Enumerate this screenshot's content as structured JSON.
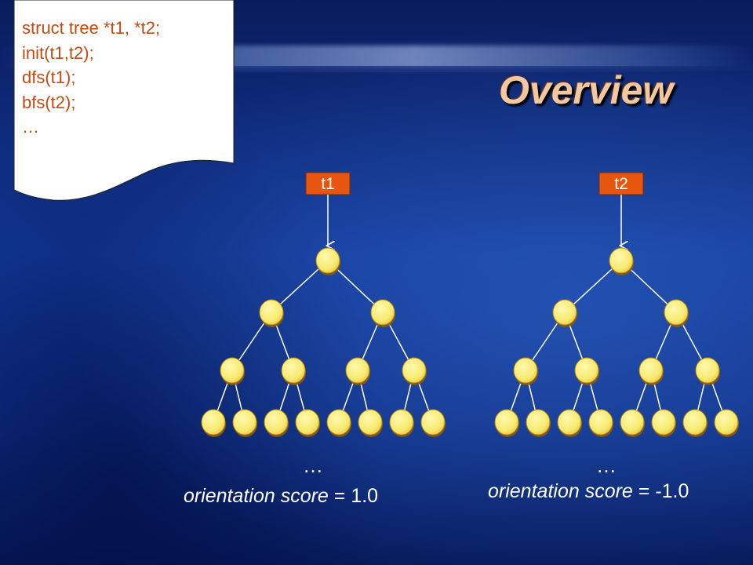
{
  "slide": {
    "title": "Overview"
  },
  "code": {
    "lines": [
      "struct tree *t1, *t2;",
      "init(t1,t2);",
      "dfs(t1);",
      "bfs(t2);",
      "…"
    ]
  },
  "trees": [
    {
      "label": "t1",
      "ellipsis": "…",
      "caption_italic": "orientation score",
      "caption_value": " = 1.0"
    },
    {
      "label": "t2",
      "ellipsis": "…",
      "caption_italic": "orientation score",
      "caption_value": " = -1.0"
    }
  ],
  "colors": {
    "code_text": "#c44a10",
    "label_box": "#e8550e",
    "node_fill": "#f7ea6e",
    "node_edge": "#b8860b",
    "title": "#f3c7a0"
  }
}
